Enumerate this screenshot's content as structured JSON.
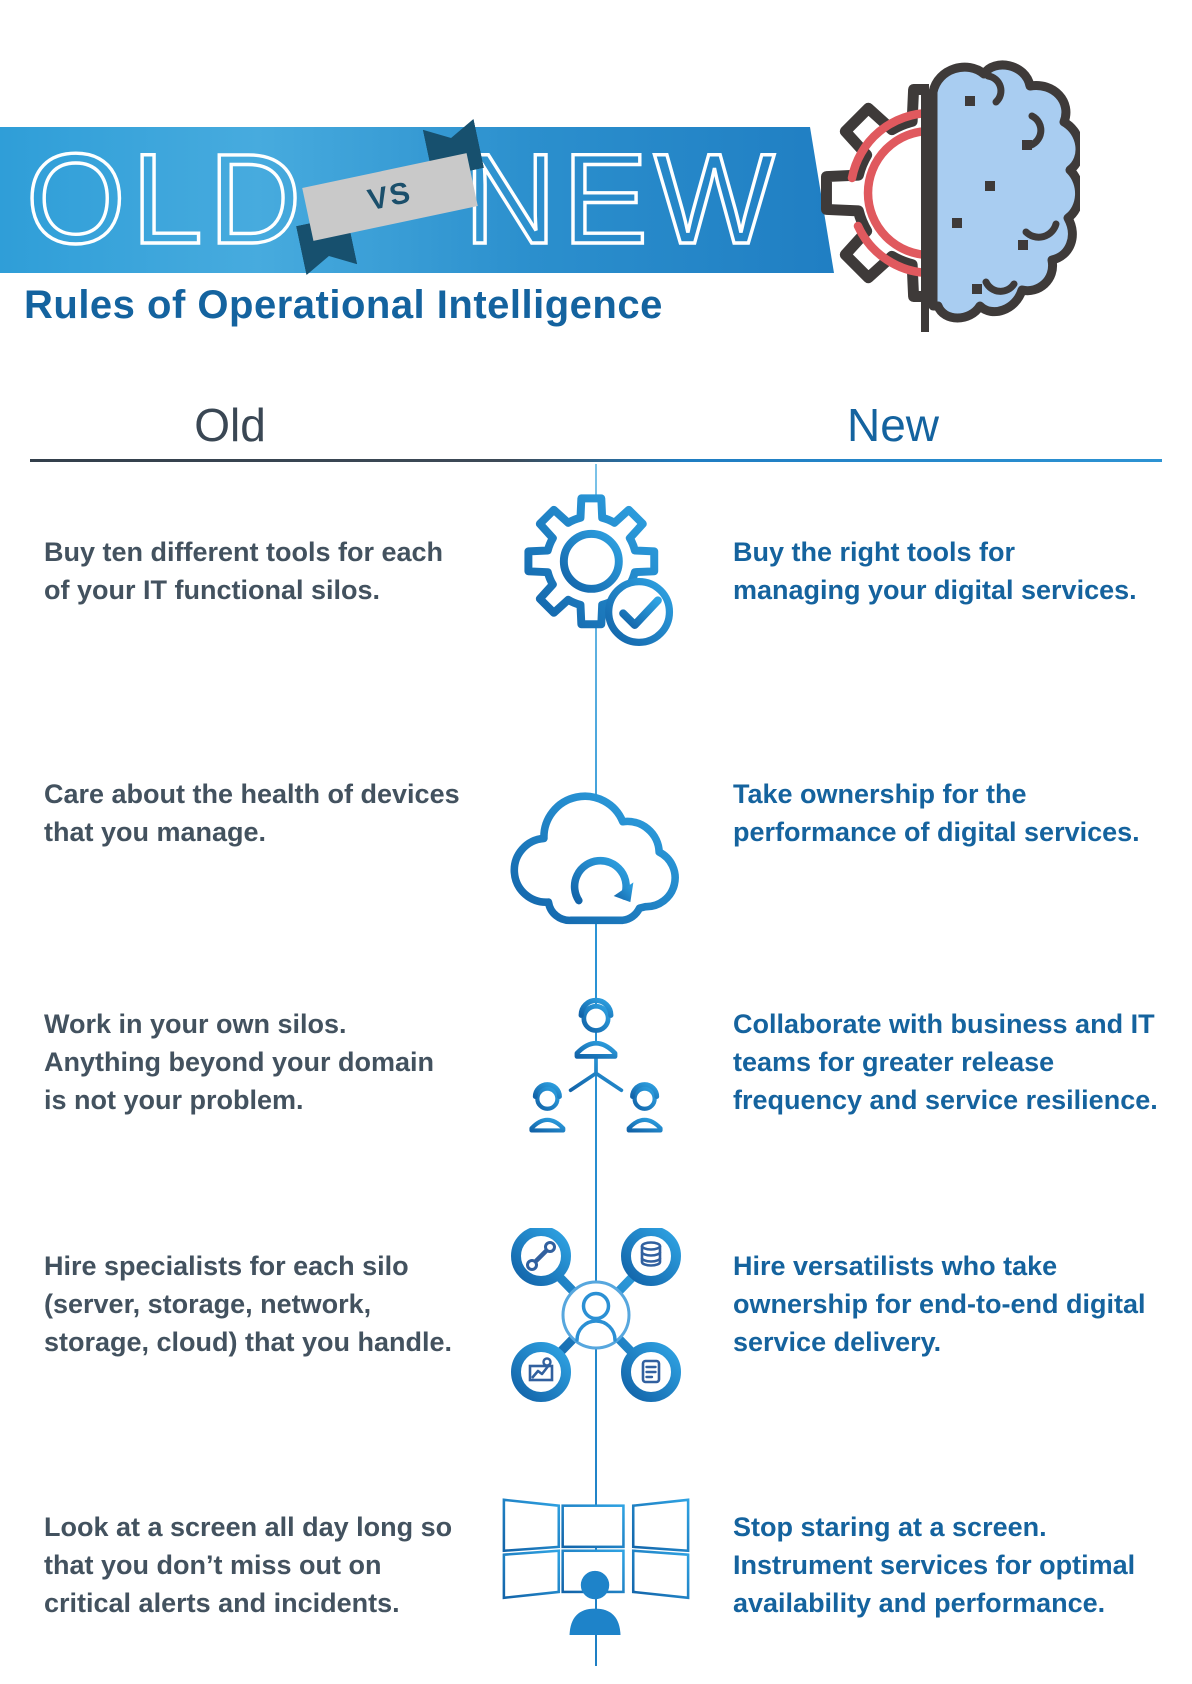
{
  "header": {
    "old_word": "OLD",
    "vs_word": "VS",
    "new_word": "NEW",
    "title": "Rules of Operational Intelligence",
    "logo_icon": "gear-brain-icon"
  },
  "columns": {
    "old_heading": "Old",
    "new_heading": "New"
  },
  "rows": [
    {
      "icon": "gear-check-icon",
      "old_lines": [
        "Buy ten different tools for each",
        "of your IT functional silos."
      ],
      "new_lines": [
        "Buy the right tools for",
        "managing your digital services."
      ]
    },
    {
      "icon": "cloud-sync-icon",
      "old_lines": [
        "Care about the health of devices",
        "that you manage."
      ],
      "new_lines": [
        "Take ownership for the",
        "performance of digital services."
      ]
    },
    {
      "icon": "team-collaboration-icon",
      "old_lines": [
        "Work in your own silos.",
        "Anything beyond your domain",
        "is not your problem."
      ],
      "new_lines": [
        "Collaborate with business and IT",
        "teams for greater release",
        "frequency and service resilience."
      ]
    },
    {
      "icon": "versatilist-hub-icon",
      "old_lines": [
        "Hire specialists for each silo",
        "(server, storage, network,",
        "storage, cloud) that you handle."
      ],
      "new_lines": [
        "Hire versatilists who take",
        "ownership for end-to-end digital",
        "service delivery."
      ]
    },
    {
      "icon": "monitor-wall-icon",
      "old_lines": [
        "Look at a screen all day long so",
        "that you don’t miss out on",
        "critical alerts and incidents."
      ],
      "new_lines": [
        "Stop staring at a screen.",
        "Instrument services for optimal",
        "availability and performance."
      ]
    }
  ],
  "colors": {
    "banner_blue_light": "#47abde",
    "banner_blue_dark": "#1f7dc2",
    "title_blue": "#14639f",
    "old_text": "#43525f",
    "new_text": "#15639e",
    "icon_gradient_dark": "#1263a8",
    "icon_gradient_light": "#2fa3e3",
    "ribbon_gray": "#c9c9c9",
    "ribbon_navy": "#17506e",
    "logo_outline": "#3e3a39",
    "logo_red": "#e0595e",
    "brain_fill": "#a9cdf1"
  }
}
